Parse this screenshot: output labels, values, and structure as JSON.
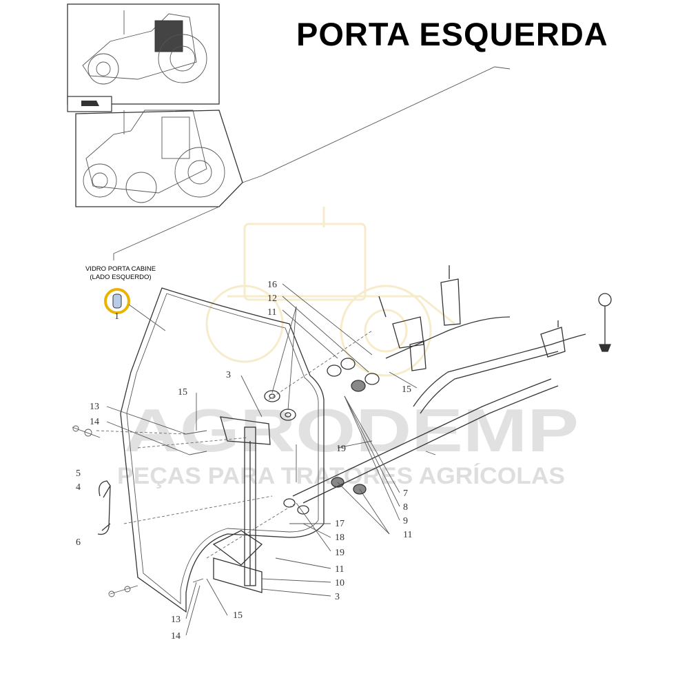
{
  "title": "PORTA ESQUERDA",
  "callout": {
    "line1": "VIDRO PORTA CABINE",
    "line2": "(LADO ESQUERDO)",
    "highlight_color": "#e8b400"
  },
  "watermark": {
    "brand": "AGRODEMP",
    "tagline": "PEÇAS PARA TRATORES AGRÍCOLAS"
  },
  "part_numbers": {
    "p1": "1",
    "p16": "16",
    "p12": "12",
    "p11a": "11",
    "p3a": "3",
    "p15a": "15",
    "p13a": "13",
    "p14a": "14",
    "p15b": "15",
    "p19a": "19",
    "p5": "5",
    "p4": "4",
    "p6": "6",
    "p7": "7",
    "p8": "8",
    "p9": "9",
    "p11b": "11",
    "p17": "17",
    "p18": "18",
    "p19b": "19",
    "p11c": "11",
    "p10": "10",
    "p3b": "3",
    "p13b": "13",
    "p14b": "14",
    "p15c": "15"
  }
}
